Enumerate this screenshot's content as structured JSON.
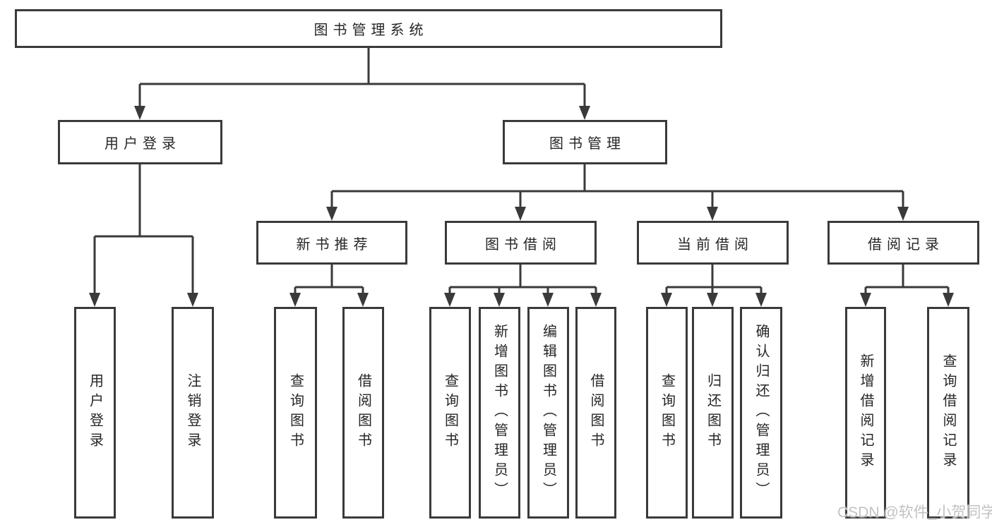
{
  "diagram": {
    "watermark": "CSDN @软件_小贺同学",
    "colors": {
      "line": "#3a3a3a",
      "text": "#262626",
      "background": "#ffffff",
      "watermark": "#c2c2c2"
    },
    "nodes": {
      "root": {
        "label": "图书管理系统"
      },
      "user_login": {
        "label": "用户登录"
      },
      "book_mgmt": {
        "label": "图书管理"
      },
      "new_book_rec": {
        "label": "新书推荐"
      },
      "book_borrow": {
        "label": "图书借阅"
      },
      "current_borrow": {
        "label": "当前借阅"
      },
      "borrow_records": {
        "label": "借阅记录"
      },
      "leaf_user_login": {
        "label": "用户登录"
      },
      "leaf_logout": {
        "label": "注销登录"
      },
      "leaf_query_book_1": {
        "label": "查询图书"
      },
      "leaf_borrow_book_1": {
        "label": "借阅图书"
      },
      "leaf_query_book_2": {
        "label": "查询图书"
      },
      "leaf_add_book": {
        "label": "新增图书（管理员）"
      },
      "leaf_edit_book": {
        "label": "编辑图书（管理员）"
      },
      "leaf_borrow_book_2": {
        "label": "借阅图书"
      },
      "leaf_query_book_3": {
        "label": "查询图书"
      },
      "leaf_return_book": {
        "label": "归还图书"
      },
      "leaf_confirm_return": {
        "label": "确认归还（管理员）"
      },
      "leaf_add_record": {
        "label": "新增借阅记录"
      },
      "leaf_query_record": {
        "label": "查询借阅记录"
      }
    }
  }
}
